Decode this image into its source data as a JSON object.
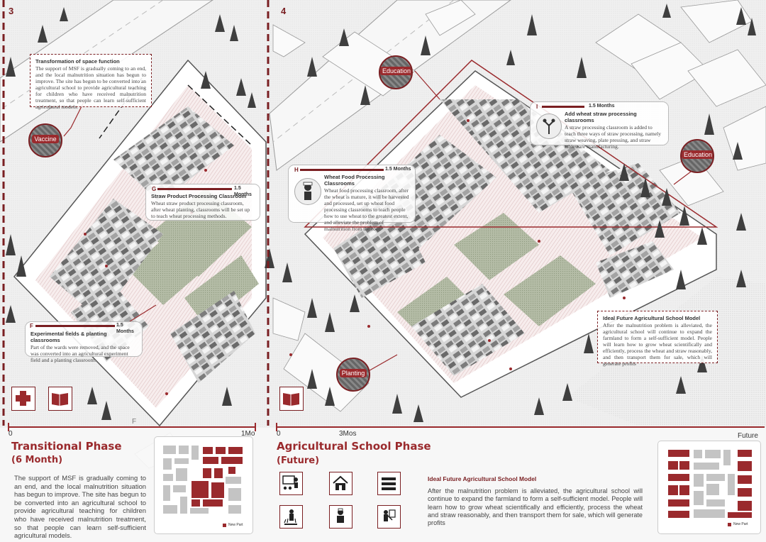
{
  "panels": {
    "left_number": "3",
    "right_number": "4"
  },
  "badges": {
    "vaccine": "Vaccine",
    "education_top": "Education",
    "education_right": "Education",
    "planting": "Planting"
  },
  "callouts": {
    "space_function": {
      "title": "Transformation of space function",
      "text": "The support of MSF is gradually coming to an end, and the local malnutrition situation has begun to improve. The site has begun to be converted into an agricultural school to provide agricultural teaching for children who have received malnutrition treatment, so that people can learn self-sufficient agricultural models."
    },
    "g": {
      "letter": "G",
      "months": "1.5 Months",
      "title": "Straw Product Processing Classroom",
      "text": "Wheat straw product processing classroom, after wheat planting, classrooms will be set up to teach wheat processing methods."
    },
    "f": {
      "letter": "F",
      "months": "1.5 Months",
      "title": "Experimental fields & planting classrooms",
      "text": "Part of the wards were removed, and the space was converted into an agricultural experiment field and a planting classroom."
    },
    "h": {
      "letter": "H",
      "months": "1.5 Months",
      "title": "Wheat Food Processing Classrooms",
      "text": "Wheat food processing classroom, after the wheat is mature, it will be harvested and processed, set up wheat food processing classrooms to teach people how to use wheat to the greatest extent, and alleviate the problem of malnutrition from the root."
    },
    "i": {
      "letter": "I",
      "months": "1.5 Months",
      "title": "Add wheat straw processing classrooms",
      "text": "A straw processing classroom is added to teach three ways of straw processing, namely straw weaving, plate pressing, and straw tableware manufacturing."
    },
    "ideal": {
      "title": "Ideal Future Agricultural School Model",
      "text": "After the malnutrition problem is alleviated, the agricultural school will continue to expand the farmland to form a self-sufficient model. People will learn how to grow wheat scientifically and efficiently, process the wheat and straw reasonably, and then transport them for sale, which will generate profits"
    }
  },
  "timeline": {
    "left_start": "0",
    "left_mid": "F",
    "left_end": "1Mo",
    "right_start": "0",
    "right_mid": "3Mos",
    "right_end": "Future"
  },
  "left_phase": {
    "title": "Transitional Phase",
    "subtitle": "(6 Month)",
    "text": "The support of MSF is gradually coming to an end, and the local malnutrition situation has begun to improve. The site has begun to be converted into an agricultural school to provide agricultural teaching for children who have received malnutrition treatment, so that people can learn self-sufficient agricultural models.",
    "legend": "New Part"
  },
  "right_phase": {
    "title": "Agricultural School Phase",
    "subtitle": "(Future)",
    "model_title": "Ideal Future Agricultural School Model",
    "model_text": "After the malnutrition problem is alleviated, the agricultural school will continue to expand the farmland to form a self-sufficient model. People will learn how to grow wheat scientifically and efficiently, process the wheat and straw reasonably, and then transport them for sale, which will generate profits",
    "legend": "New Part"
  },
  "colors": {
    "accent": "#9a2a2d",
    "dark_red": "#7a1f22",
    "roof": "#8a8a8a",
    "field": "#a9b39a",
    "site": "#e8c9c9"
  }
}
